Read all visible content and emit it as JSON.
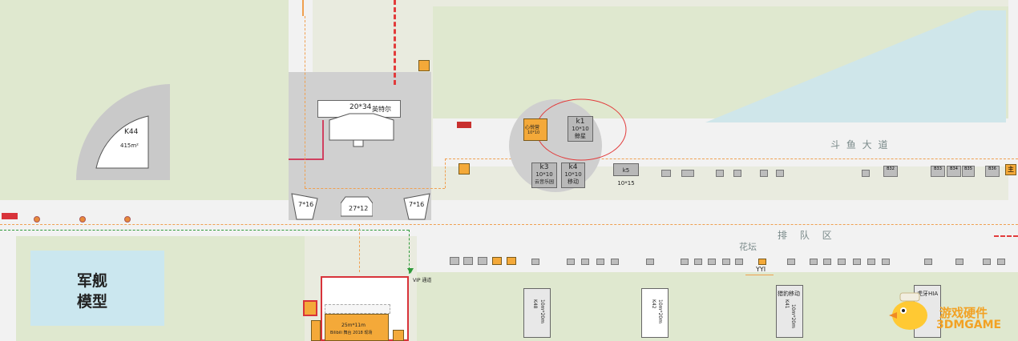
{
  "labels": {
    "k44": "K44",
    "k44_sub": "415m²",
    "dimension_center": "20*34",
    "center_name": "英特尔",
    "stage_left": "7*16",
    "stage_middle": "27*12",
    "stage_right": "7*16",
    "k1": "k1",
    "k1_size": "10*10",
    "k1_name": "鲸星",
    "xinyue": "心悦营",
    "xinyue_size": "10*10",
    "k3": "k3",
    "k3_size": "10*10",
    "k3_name": "云音乐园",
    "k4": "k4",
    "k4_size": "10*10",
    "k4_name": "移动",
    "k5": "k5",
    "k5_size": "10*15",
    "douyu_road": "斗 鱼 大 道",
    "paidui": "排 队 区",
    "huatan": "花坛",
    "warship_line1": "军舰",
    "warship_line2": "模型",
    "b32": "B32",
    "b33": "B33",
    "b34": "B34",
    "b35": "B35",
    "b36": "B36",
    "zhu": "主",
    "vip": "VIP 通道",
    "center_booth": "25m*11m",
    "center_booth2": "Bilibili 舞台 2018 现场",
    "yyi": "YYI",
    "k42": "K42",
    "k42_size": "10m*20m",
    "k48": "K48",
    "k48_size": "10m*20m",
    "k41_name": "猎豹移动",
    "k41": "K41",
    "k41_size": "10m*20m",
    "huya": "虎牙HIA",
    "watermark_line1": "游戏硬件",
    "watermark_line2": "3DMGAME"
  },
  "colors": {
    "grass": "#dfe8cf",
    "road": "#f2f2f2",
    "booth_orange": "#f4a939",
    "booth_grey": "#b8b8b8",
    "red_circle": "#e23b3b",
    "route_orange": "#f0a050",
    "route_green": "#2e9a3a",
    "water": "#cfe6ea",
    "warship_box": "#cbe7ef"
  },
  "icons": {
    "watermark": "chick-mascot-icon"
  }
}
